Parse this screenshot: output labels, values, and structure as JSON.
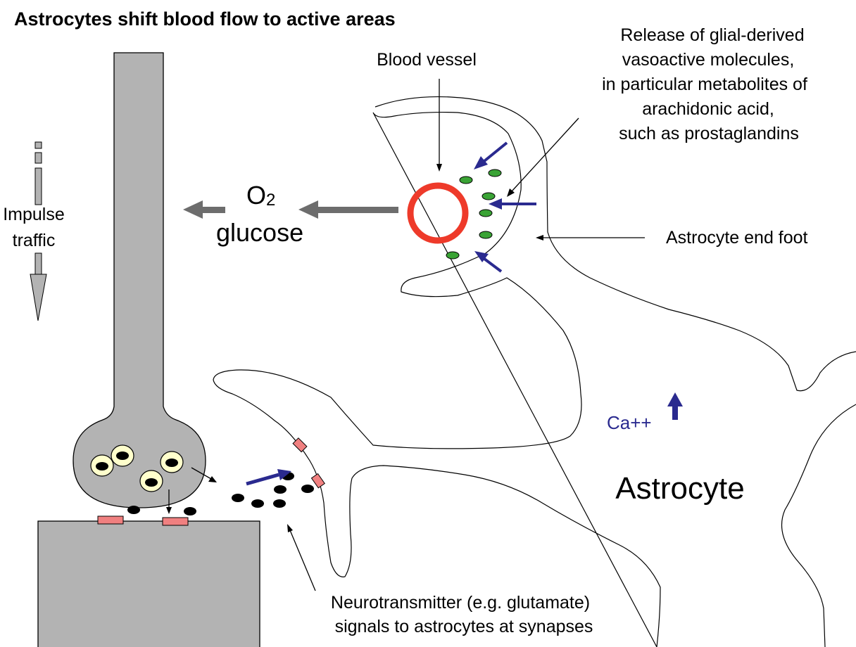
{
  "title": "Astrocytes shift blood flow to active areas",
  "labels": {
    "blood_vessel": "Blood vessel",
    "release_lines": [
      "Release of glial-derived",
      "vasoactive molecules,",
      "in particular metabolites of",
      "arachidonic acid,",
      "such as prostaglandins"
    ],
    "impulse_lines": [
      "Impulse",
      "traffic"
    ],
    "o2": "O",
    "o2_sub": "2",
    "glucose": "glucose",
    "end_foot": "Astrocyte end foot",
    "ca": "Ca++",
    "astrocyte": "Astrocyte",
    "neurotransmitter_lines": [
      "Neurotransmitter (e.g. glutamate)",
      "signals to astrocytes at synapses"
    ]
  },
  "colors": {
    "neuron_gray": "#b3b3b3",
    "vessel_red": "#ee3a2a",
    "molecule_green": "#3aa335",
    "arrow_blue": "#2a2a8f",
    "receptor_pink": "#f08080",
    "vesicle_fill": "#ffffcc",
    "flow_arrow_gray": "#6d6d6d"
  }
}
